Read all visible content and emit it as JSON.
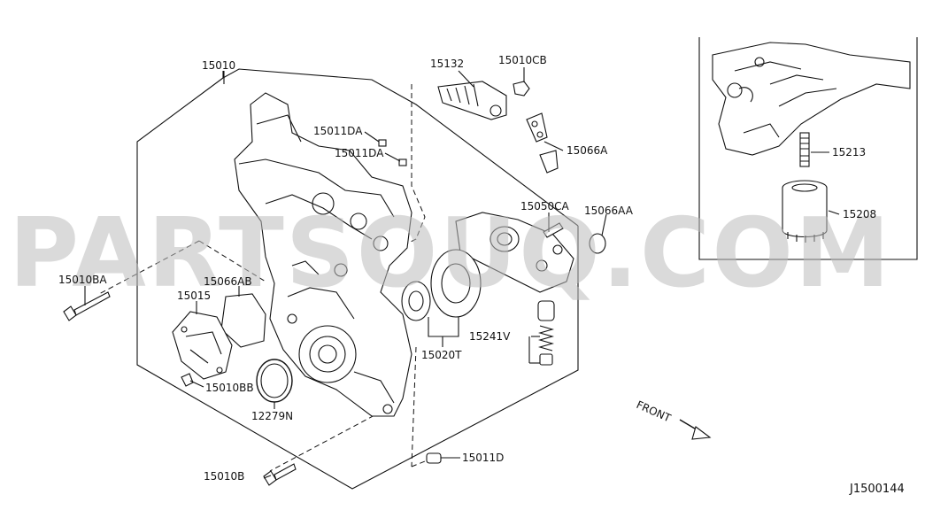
{
  "watermark": "PARTSOUQ.COM",
  "diagram_code": "J1500144",
  "front_label": "FRONT",
  "parts": {
    "p15010": "15010",
    "p15132": "15132",
    "p15010CB": "15010CB",
    "p15011DA_1": "15011DA",
    "p15011DA_2": "15011DA",
    "p15066A": "15066A",
    "p15050CA": "15050CA",
    "p15066AA": "15066AA",
    "p15213": "15213",
    "p15208": "15208",
    "p15010BA": "15010BA",
    "p15066AB": "15066AB",
    "p15015": "15015",
    "p15241V": "15241V",
    "p15020T": "15020T",
    "p15010BB": "15010BB",
    "p12279N": "12279N",
    "p15011D": "15011D",
    "p15010B": "15010B"
  }
}
